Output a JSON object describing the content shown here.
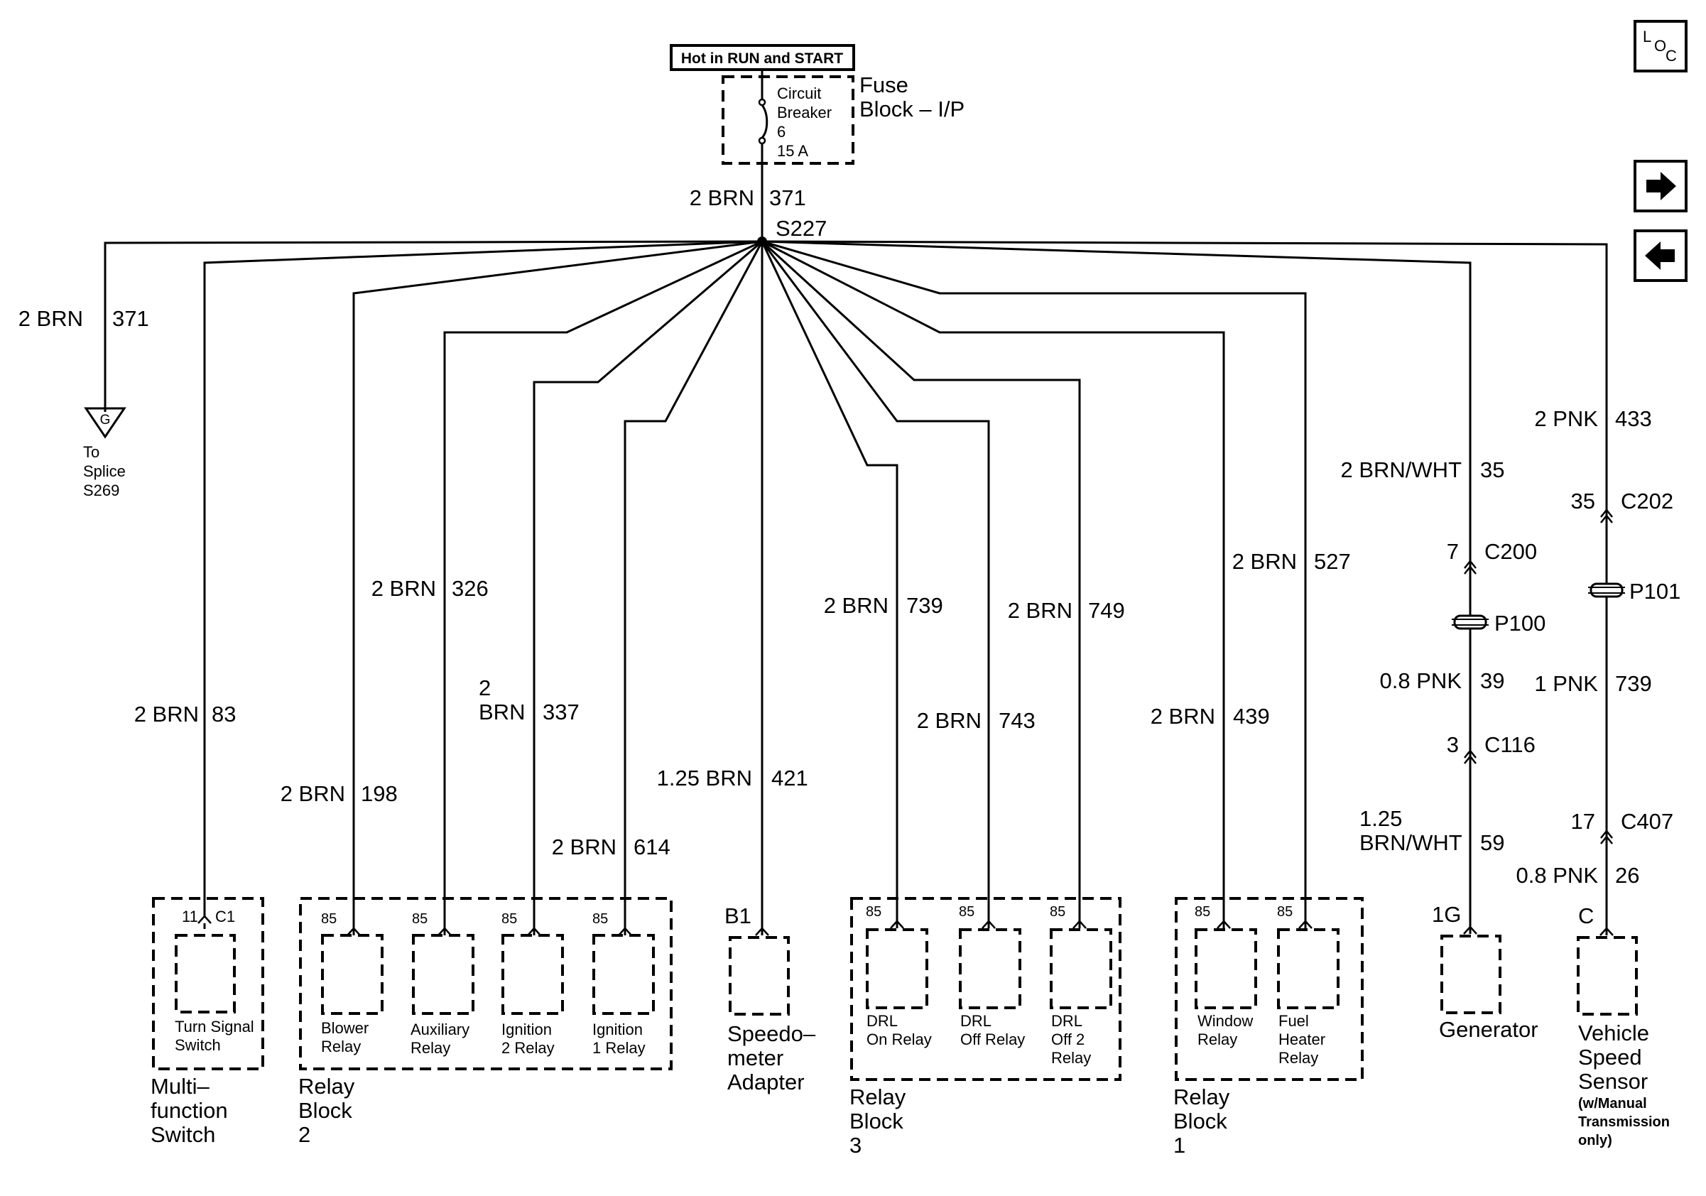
{
  "header": {
    "hot_label": "Hot in RUN and START",
    "fuse_block": [
      "Fuse",
      "Block – I/P"
    ],
    "breaker": [
      "Circuit",
      "Breaker",
      "6",
      "15 A"
    ],
    "feed_wire": [
      "2 BRN",
      "371"
    ],
    "splice": "S227"
  },
  "nav": {
    "loc_letters": [
      "L",
      "O",
      "C"
    ],
    "next_icon": "right-arrow-icon",
    "prev_icon": "left-arrow-icon"
  },
  "ground": {
    "wire": [
      "2 BRN",
      "371"
    ],
    "symbol": "G",
    "text": [
      "To",
      "Splice",
      "S269"
    ]
  },
  "wires": {
    "w83": [
      "2 BRN",
      "83"
    ],
    "w198": [
      "2 BRN",
      "198"
    ],
    "w326": [
      "2 BRN",
      "326"
    ],
    "w337": [
      "2",
      "BRN",
      "337"
    ],
    "w614": [
      "2 BRN",
      "614"
    ],
    "w421": [
      "1.25 BRN",
      "421"
    ],
    "w739": [
      "2 BRN",
      "739"
    ],
    "w743": [
      "2 BRN",
      "743"
    ],
    "w749": [
      "2 BRN",
      "749"
    ],
    "w439": [
      "2 BRN",
      "439"
    ],
    "w527": [
      "2 BRN",
      "527"
    ]
  },
  "generator_branch": {
    "wire_top": [
      "2 BRN/WHT",
      "35"
    ],
    "conn1": [
      "7",
      "C200"
    ],
    "pass": "P100",
    "wire_mid": [
      "0.8 PNK",
      "39"
    ],
    "conn2": [
      "3",
      "C116"
    ],
    "wire_bot": [
      "1.25",
      "BRN/WHT",
      "59"
    ],
    "pin": "1G",
    "name": [
      "Generator"
    ]
  },
  "vss_branch": {
    "wire_top": [
      "2 PNK",
      "433"
    ],
    "conn1": [
      "35",
      "C202"
    ],
    "pass": "P101",
    "wire_mid": [
      "1 PNK",
      "739"
    ],
    "conn2": [
      "17",
      "C407"
    ],
    "wire_bot": [
      "0.8 PNK",
      "26"
    ],
    "pin": "C",
    "name": [
      "Vehicle",
      "Speed",
      "Sensor"
    ],
    "note": [
      "(w/Manual",
      "Transmission",
      "only)"
    ]
  },
  "components": {
    "mfs": {
      "pin": "11",
      "conn": "C1",
      "inner": [
        "Turn Signal",
        "Switch"
      ],
      "name": [
        "Multi–",
        "function",
        "Switch"
      ]
    },
    "rb2": {
      "name": [
        "Relay",
        "Block",
        "2"
      ],
      "relays": [
        {
          "pin": "85",
          "label": [
            "Blower",
            "Relay"
          ]
        },
        {
          "pin": "85",
          "label": [
            "Auxiliary",
            "Relay"
          ]
        },
        {
          "pin": "85",
          "label": [
            "Ignition",
            "2 Relay"
          ]
        },
        {
          "pin": "85",
          "label": [
            "Ignition",
            "1 Relay"
          ]
        }
      ]
    },
    "speedo": {
      "pin": "B1",
      "name": [
        "Speedo–",
        "meter",
        "Adapter"
      ]
    },
    "rb3": {
      "name": [
        "Relay",
        "Block",
        "3"
      ],
      "relays": [
        {
          "pin": "85",
          "label": [
            "DRL",
            "On Relay"
          ]
        },
        {
          "pin": "85",
          "label": [
            "DRL",
            "Off Relay"
          ]
        },
        {
          "pin": "85",
          "label": [
            "DRL",
            "Off 2",
            "Relay"
          ]
        }
      ]
    },
    "rb1": {
      "name": [
        "Relay",
        "Block",
        "1"
      ],
      "relays": [
        {
          "pin": "85",
          "label": [
            "Window",
            "Relay"
          ]
        },
        {
          "pin": "85",
          "label": [
            "Fuel",
            "Heater",
            "Relay"
          ]
        }
      ]
    }
  }
}
